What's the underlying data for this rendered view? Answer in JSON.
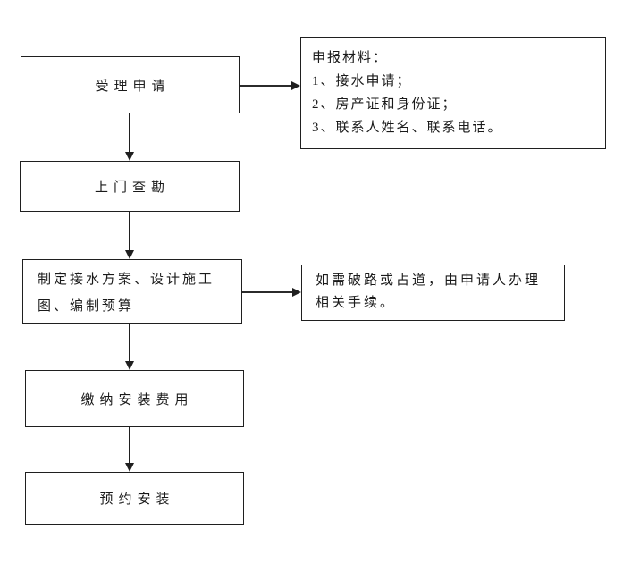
{
  "diagram": {
    "type": "flowchart",
    "colors": {
      "background": "#ffffff",
      "box_border": "#1f1f1f",
      "line": "#1f1f1f",
      "text": "#1a1a1a"
    },
    "steps": [
      {
        "label": "受理申请"
      },
      {
        "label": "上门查勘"
      },
      {
        "label": "制定接水方案、设计施工图、编制预算"
      },
      {
        "label": "缴纳安装费用"
      },
      {
        "label": "预约安装"
      }
    ],
    "notes": {
      "materials": {
        "title": "申报材料：",
        "item1": "1、接水申请；",
        "item2": "2、房产证和身份证；",
        "item3": "3、联系人姓名、联系电话。"
      },
      "road": "如需破路或占道，由申请人办理相关手续。"
    }
  }
}
